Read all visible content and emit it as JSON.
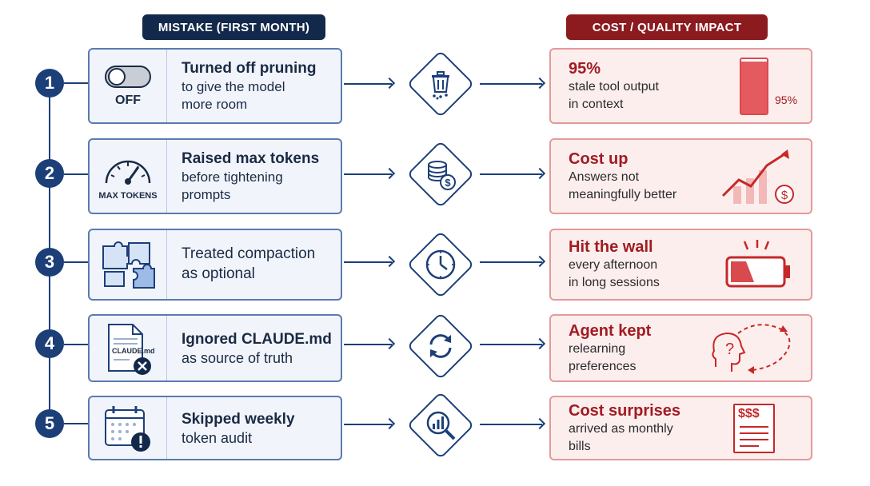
{
  "headers": {
    "left": "MISTAKE (FIRST MONTH)",
    "right": "COST / QUALITY IMPACT"
  },
  "rows": [
    {
      "num": "1",
      "icon_label": "OFF",
      "title": "Turned off pruning",
      "desc1": "to give the model",
      "desc2": "more room",
      "mid_icon": "trash-icon",
      "impact_title": "95%",
      "impact_l1": "stale tool output",
      "impact_l2": "in context",
      "gauge_label": "95%",
      "gauge_value": 0.95
    },
    {
      "num": "2",
      "icon_label": "MAX TOKENS",
      "title": "Raised max tokens",
      "desc1": "before tightening",
      "desc2": "prompts",
      "mid_icon": "coins-icon",
      "impact_title": "Cost up",
      "impact_l1": "Answers not",
      "impact_l2": "meaningfully better"
    },
    {
      "num": "3",
      "title": "Treated compaction",
      "desc1": "as optional",
      "mid_icon": "clock-icon",
      "impact_title": "Hit the wall",
      "impact_l1": "every afternoon",
      "impact_l2": "in long sessions"
    },
    {
      "num": "4",
      "icon_label": "CLAUDE.md",
      "title": "Ignored CLAUDE.md",
      "desc1": "as source of truth",
      "mid_icon": "refresh-icon",
      "impact_title": "Agent kept",
      "impact_l1": "relearning",
      "impact_l2": "preferences"
    },
    {
      "num": "5",
      "title": "Skipped weekly",
      "desc1": "token audit",
      "mid_icon": "magnifier-chart-icon",
      "impact_title": "Cost surprises",
      "impact_l1": "arrived as monthly",
      "impact_l2": "bills",
      "bill_label": "$$$"
    }
  ],
  "colors": {
    "navy": "#13294b",
    "accent_blue": "#1c3f78",
    "red": "#a01c22",
    "card_bg": "#f1f5fb",
    "impact_bg": "#fdeeee"
  }
}
